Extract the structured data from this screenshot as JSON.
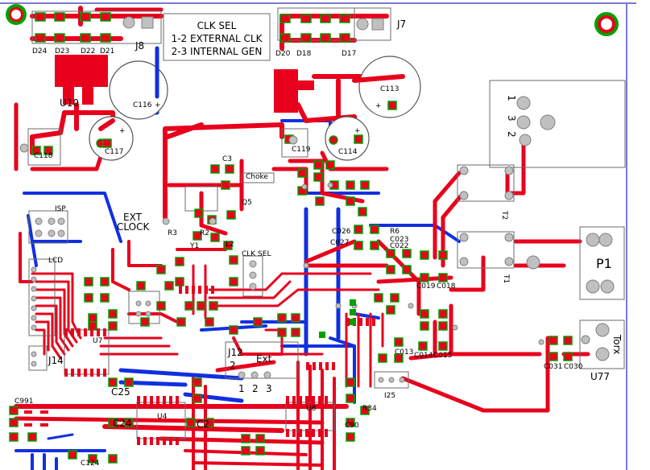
{
  "note_box": {
    "line1": "CLK SEL",
    "line2": "1-2 EXTERNAL CLK",
    "line3": "2-3 INTERNAL GEN"
  },
  "connectors": {
    "j8": "J8",
    "j7": "J7",
    "j14": "J14",
    "p1": "P1",
    "u77": "U77",
    "isp": "ISP",
    "lcd": "LCD",
    "torx": "Torx"
  },
  "components": {
    "u10": "U10",
    "c116": "C116",
    "c113": "C113",
    "c117": "C117",
    "c118": "C118",
    "c114": "C114",
    "c119": "C119",
    "c3": "C3",
    "choke": "Choke",
    "q5": "Q5",
    "ext_clock_1": "EXT",
    "ext_clock_2": "CLOCK",
    "r3": "R3",
    "r2": "R2",
    "l2": "L2",
    "y1": "Y1",
    "clk_sel": "CLK SEL",
    "r6": "R6",
    "c023": "C023",
    "c022": "C022",
    "c026": "C026",
    "c027": "C027",
    "c019": "C019",
    "c018": "C018",
    "c014": "C014",
    "c015": "C015",
    "c013": "C013",
    "c031": "C031",
    "c030": "C030",
    "t2": "T2",
    "t1": "T1",
    "c25": "C25",
    "c24": "C24",
    "c2": "C2",
    "c90": "C90",
    "r34": "R34",
    "u8": "U8",
    "u4": "U4",
    "u7": "U7",
    "i25": "I25",
    "c991": "C991",
    "c124": "C124",
    "ext": "Ext",
    "d20": "D20",
    "d18": "D18",
    "d17": "D17",
    "d24": "D24",
    "d23": "D23",
    "d22": "D22",
    "d21": "D21"
  },
  "header_labels": {
    "j12_1": "J12",
    "j12_2": "2",
    "pins_123": [
      "1",
      "2",
      "3"
    ],
    "p_1": "1",
    "p_3": "3",
    "p_2": "2",
    "plus": "+"
  },
  "colors": {
    "top_copper": "#e8001c",
    "bottom_copper": "#1030e0",
    "silkscreen": "#6b6b6b",
    "pad_ring": "#00a000",
    "board_edge": "#7a7ad0"
  }
}
